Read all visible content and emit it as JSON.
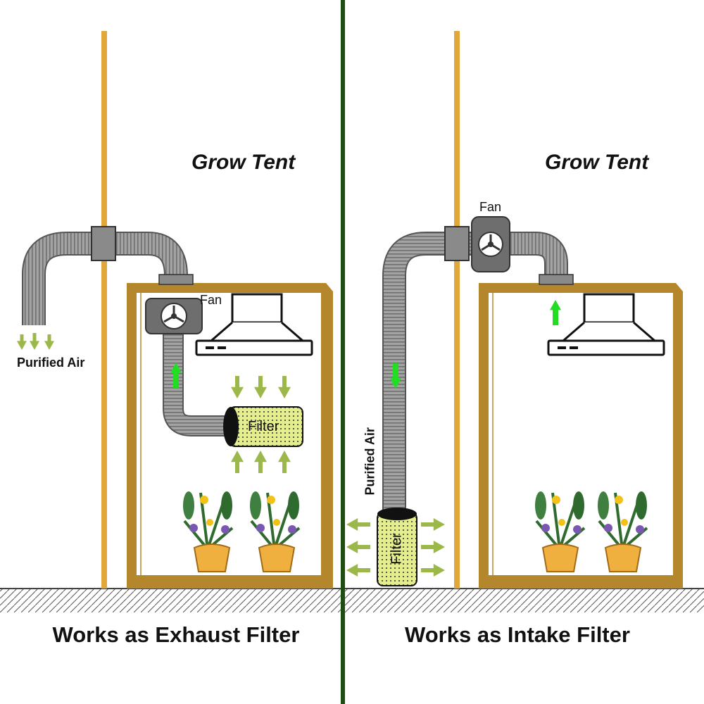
{
  "left_panel": {
    "title": "Grow Tent",
    "fan_label": "Fan",
    "air_label": "Purified Air",
    "filter_label": "Filter",
    "caption": "Works as Exhaust Filter"
  },
  "right_panel": {
    "title": "Grow Tent",
    "fan_label": "Fan",
    "air_label": "Purified Air",
    "filter_label": "Filter",
    "caption": "Works as Intake Filter"
  },
  "colors": {
    "divider": "#1e4d12",
    "tent_frame": "#b5872c",
    "pole": "#e0a83a",
    "duct": "#9b9b9b",
    "filter": "#e5ee8e",
    "arrow_green": "#9cb84a",
    "flow_arrow": "#22dd22"
  }
}
